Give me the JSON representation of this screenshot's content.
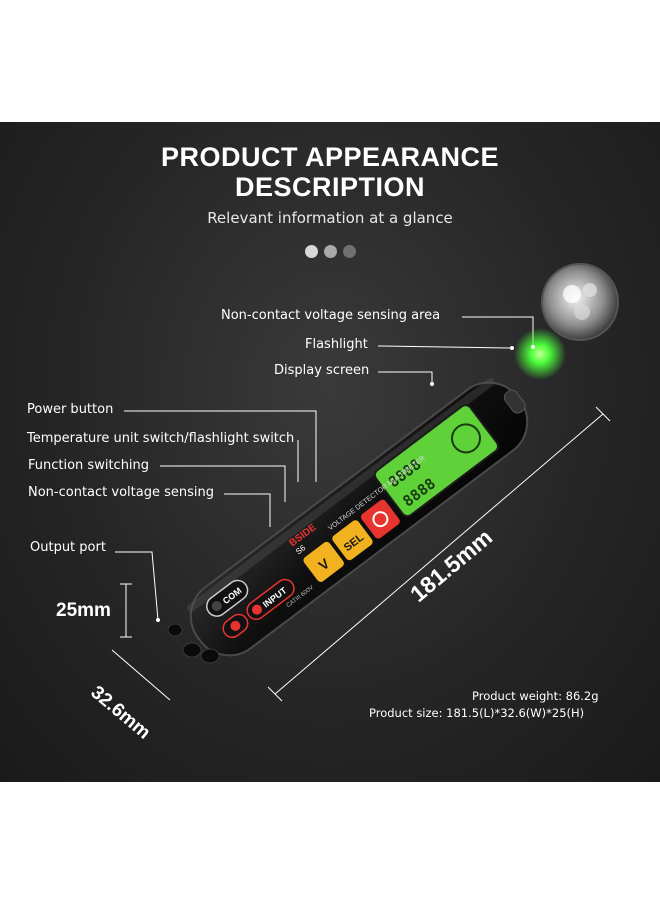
{
  "title_line1": "PRODUCT APPEARANCE",
  "title_line2": "DESCRIPTION",
  "subtitle": "Relevant information at a glance",
  "dot_colors": [
    "#d8d8d8",
    "#a9a9a9",
    "#707070"
  ],
  "callouts": {
    "sensing_area": "Non-contact voltage sensing area",
    "flashlight": "Flashlight",
    "display": "Display screen",
    "power": "Power button",
    "temp_switch": "Temperature unit switch/flashlight switch",
    "function": "Function switching",
    "ncv": "Non-contact voltage sensing",
    "output": "Output port"
  },
  "dimensions": {
    "length": "181.5mm",
    "width": "32.6mm",
    "height": "25mm"
  },
  "specs": {
    "weight": "Product weight:  86.2g",
    "size": "Product size:  181.5(L)*32.6(W)*25(H)"
  },
  "device_labels": {
    "com": "COM",
    "input": "INPUT",
    "sel": "SEL",
    "brand": "BSIDE",
    "model": "S6",
    "cat": "CATIII 600V",
    "v": "V",
    "model_text": "VOLTAGE DETECTOR MULTIMETER"
  },
  "colors": {
    "screen_green": "#5fd23a",
    "power_red": "#e8342f",
    "button_yellow": "#f2b21f",
    "glow_green": "#4cff3a"
  }
}
